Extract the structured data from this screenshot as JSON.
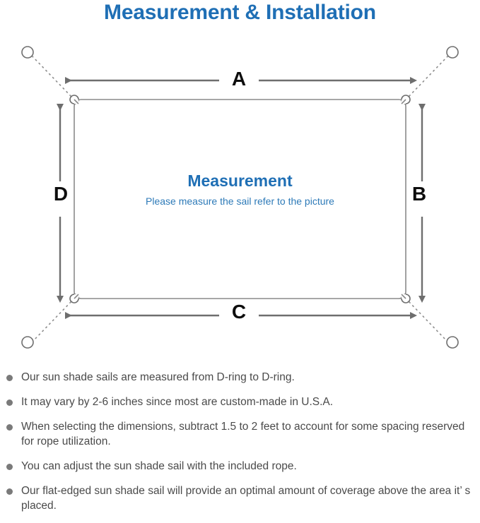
{
  "title": "Measurement & Installation",
  "diagram": {
    "name": "sun-shade-sail-measurement-diagram",
    "center_heading": "Measurement",
    "center_subtext": "Please measure the sail refer to the picture",
    "dimension_labels": {
      "top": "A",
      "right": "B",
      "bottom": "C",
      "left": "D"
    },
    "colors": {
      "title_blue": "#1f6fb5",
      "subtext_blue": "#2d7ab8",
      "line_gray": "#7a7a7a",
      "sail_outline": "#8a8a8a",
      "letter_black": "#0d0d0d",
      "bullet_gray": "#7a7a7a",
      "body_text": "#4a4a4a"
    },
    "parts": {
      "sail_panel": "sail-panel",
      "d_ring": "d-ring",
      "anchor_point": "anchor-point",
      "rope": "rope-dotted-line",
      "dimension_arrow": "dimension-arrow"
    }
  },
  "notes": [
    "Our sun shade sails are measured from D-ring to D-ring.",
    "It may vary by 2-6 inches since most are custom-made in U.S.A.",
    "When selecting the dimensions, subtract 1.5 to 2 feet to account for some spacing reserved for rope utilization.",
    "You can adjust the sun shade sail with the included rope.",
    "Our flat-edged sun shade sail will provide an optimal amount of coverage above the area it’ s placed."
  ]
}
